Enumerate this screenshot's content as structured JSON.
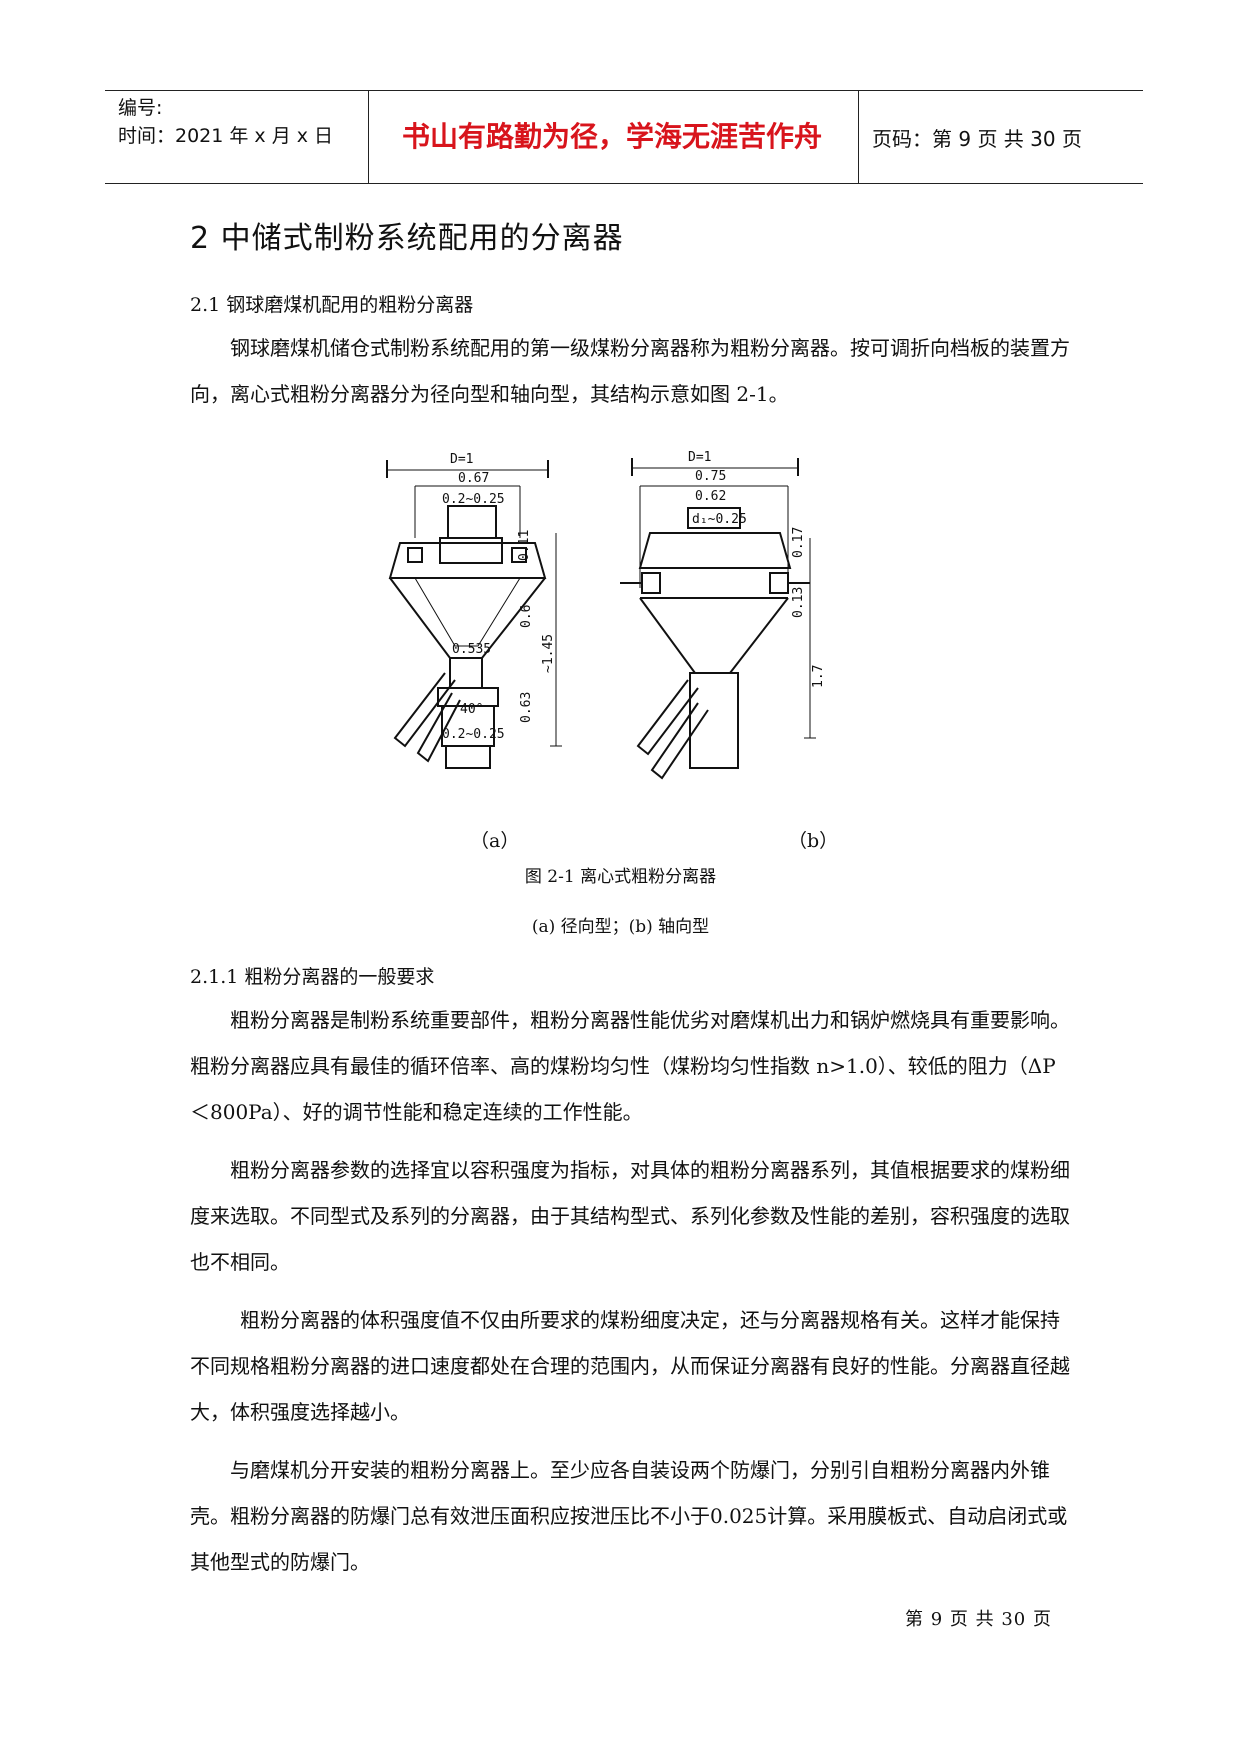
{
  "header": {
    "number_label": "编号:",
    "time_label": "时间：2021 年 x 月 x 日",
    "motto": "书山有路勤为径，学海无涯苦作舟",
    "page_label": "页码：第 9 页  共 30 页"
  },
  "section_title": "2   中储式制粉系统配用的分离器",
  "sub_2_1": "2.1  钢球磨煤机配用的粗粉分离器",
  "intro_para": "钢球磨煤机储仓式制粉系统配用的第一级煤粉分离器称为粗粉分离器。按可调折向档板的装置方向，离心式粗粉分离器分为径向型和轴向型，其结构示意如图 2-1。",
  "figure": {
    "label_a": "（a）",
    "label_b": "（b）",
    "caption": "图 2-1    离心式粗粉分离器",
    "subcaption": "(a)  径向型；(b)  轴向型",
    "dims_a": [
      "D=1",
      "0.67",
      "0.2~0.25",
      "0.11",
      "0.6",
      "~1.45",
      "0.535",
      "0.63",
      "40°",
      "0.2~0.25"
    ],
    "dims_b": [
      "D=1",
      "0.75",
      "0.62",
      "d₁~0.25",
      "0.17",
      "0.13",
      "1.7"
    ]
  },
  "sub_2_1_1": "2.1.1   粗粉分离器的一般要求",
  "paragraphs": [
    "粗粉分离器是制粉系统重要部件，粗粉分离器性能优劣对磨煤机出力和锅炉燃烧具有重要影响。粗粉分离器应具有最佳的循环倍率、高的煤粉均匀性（煤粉均匀性指数 n>1.0）、较低的阻力（ΔP＜800Pa）、好的调节性能和稳定连续的工作性能。",
    "粗粉分离器参数的选择宜以容积强度为指标，对具体的粗粉分离器系列，其值根据要求的煤粉细度来选取。不同型式及系列的分离器，由于其结构型式、系列化参数及性能的差别，容积强度的选取也不相同。",
    "粗粉分离器的体积强度值不仅由所要求的煤粉细度决定，还与分离器规格有关。这样才能保持不同规格粗粉分离器的进口速度都处在合理的范围内，从而保证分离器有良好的性能。分离器直径越大，体积强度选择越小。",
    "与磨煤机分开安装的粗粉分离器上。至少应各自装设两个防爆门，分别引自粗粉分离器内外锥壳。粗粉分离器的防爆门总有效泄压面积应按泄压比不小于0.025计算。采用膜板式、自动启闭式或其他型式的防爆门。"
  ],
  "footer": "第 9 页 共 30 页"
}
